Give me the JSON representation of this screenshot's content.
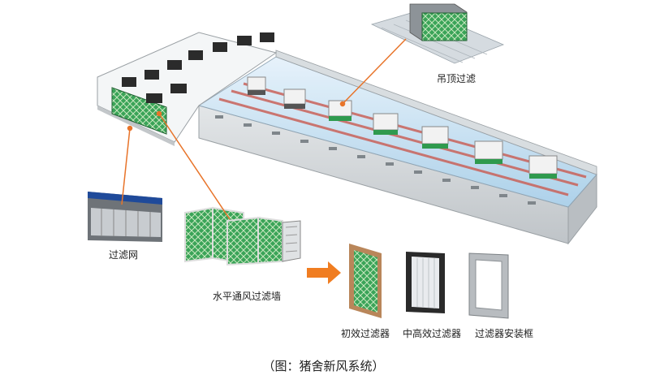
{
  "labels": {
    "ceiling_filter": "吊顶过滤",
    "filter_net": "过滤网",
    "horizontal_wall": "水平通风过滤墙",
    "primary_filter": "初效过滤器",
    "medium_filter": "中高效过滤器",
    "filter_frame": "过滤器安装框"
  },
  "caption": "（图：猪舍新风系统）",
  "colors": {
    "leader_line": "#e8742a",
    "arrow": "#f07d21",
    "filter_green": "#2f9a4e",
    "roof_blue": "#bfdcf0",
    "wall_gray": "#cfd3d6"
  }
}
